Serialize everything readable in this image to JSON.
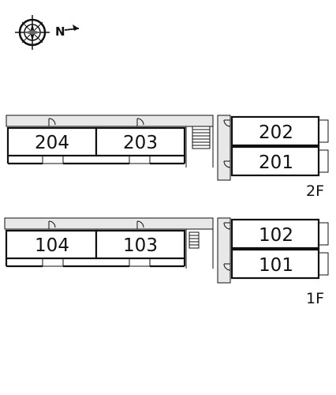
{
  "compass": {
    "north_letter": "N",
    "icon": "compass-rose-icon"
  },
  "floors": [
    {
      "label": "2F",
      "units": [
        "204",
        "203",
        "202",
        "201"
      ]
    },
    {
      "label": "1F",
      "units": [
        "104",
        "103",
        "102",
        "101"
      ]
    }
  ]
}
